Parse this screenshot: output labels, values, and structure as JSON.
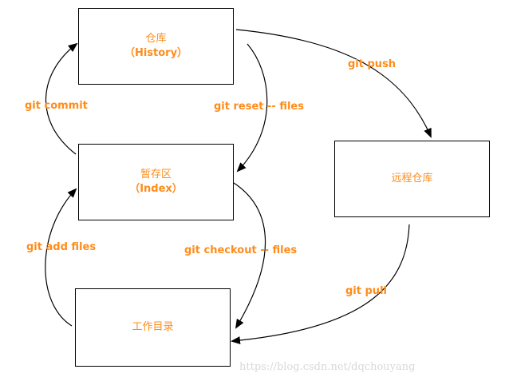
{
  "nodes": {
    "history": {
      "title": "仓库",
      "subtitle": "（History）"
    },
    "index": {
      "title": "暂存区",
      "subtitle": "（Index）"
    },
    "workdir": {
      "title": "工作目录"
    },
    "remote": {
      "title": "远程仓库"
    }
  },
  "edges": {
    "git_commit": "git commit",
    "git_reset": "git reset -- files",
    "git_push": "git push",
    "git_add": "git add files",
    "git_checkout": "git checkout -- files",
    "git_pull": "git pull"
  },
  "watermark": "https://blog.csdn.net/dqchouyang",
  "colors": {
    "label": "#ff8c1a",
    "stroke": "#000000",
    "watermark": "#d8d8d8"
  }
}
